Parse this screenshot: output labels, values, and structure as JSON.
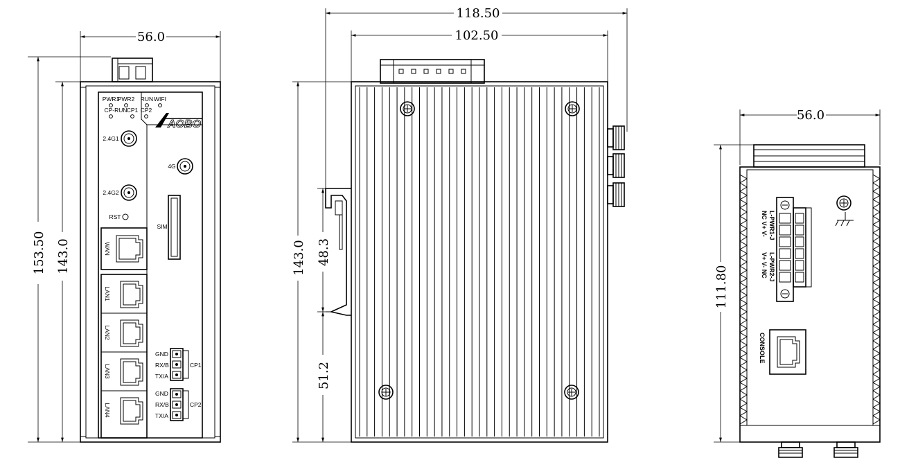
{
  "dimensions": {
    "front_width": "56.0",
    "front_total_height": "153.50",
    "front_body_height": "143.0",
    "side_total_width": "118.50",
    "side_body_width": "102.50",
    "side_height": "143.0",
    "din_clip": "48.3",
    "din_bottom": "51.2",
    "top_width": "56.0",
    "top_depth": "111.80"
  },
  "front_panel": {
    "leds_row1": [
      "PWR1",
      "PWR2",
      "RUN",
      "WIFI"
    ],
    "leds_row2": [
      "CP-RUN",
      "CP1",
      "CP2"
    ],
    "logo": "AOBO",
    "antenna_24g1": "2.4G1",
    "antenna_4g": "4G",
    "antenna_24g2": "2.4G2",
    "reset": "RST",
    "sim": "SIM",
    "ports": [
      "WAN",
      "LAN1",
      "LAN2",
      "LAN3",
      "LAN4"
    ],
    "cp1": {
      "label": "CP1",
      "pins": [
        "GND",
        "RX/B",
        "TX/A"
      ]
    },
    "cp2": {
      "label": "CP2",
      "pins": [
        "GND",
        "RX/B",
        "TX/A"
      ]
    }
  },
  "top_panel": {
    "terminal_top": "NC V+ V-",
    "terminal_top_group": "L-PWR1-J",
    "terminal_bottom": "V+ V- NC",
    "terminal_bottom_group": "L-PWR2-J",
    "console": "CONSOLE"
  }
}
